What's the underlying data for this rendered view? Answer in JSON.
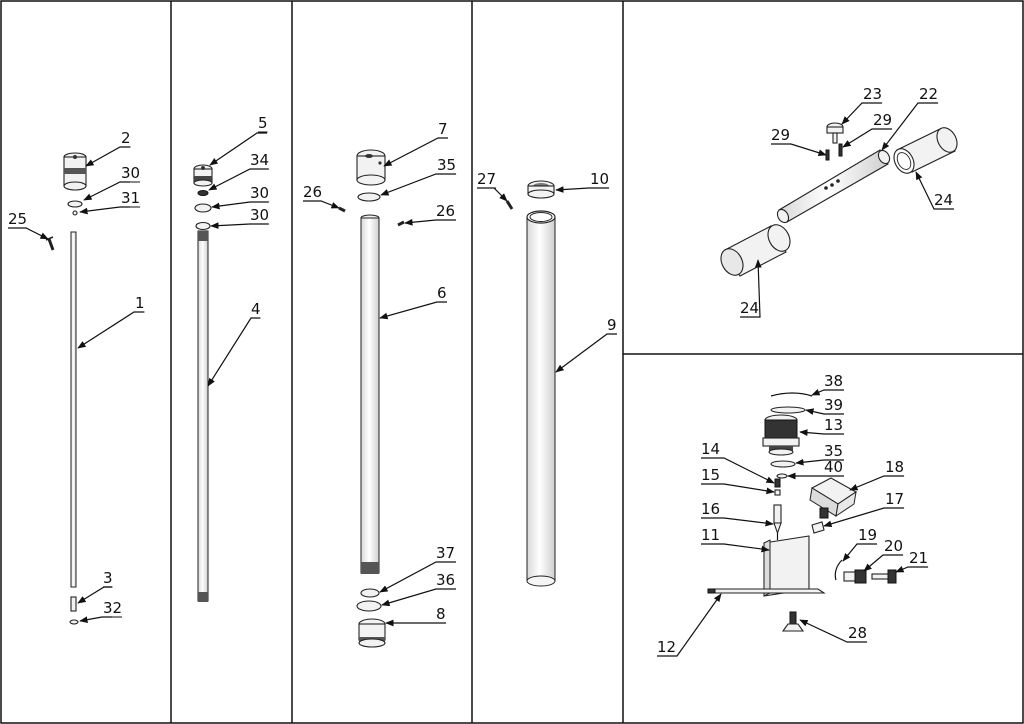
{
  "callouts": {
    "c1": "1",
    "c2": "2",
    "c3": "3",
    "c4": "4",
    "c5": "5",
    "c6": "6",
    "c7": "7",
    "c8": "8",
    "c9": "9",
    "c10": "10",
    "c11": "11",
    "c12": "12",
    "c13": "13",
    "c14": "14",
    "c15": "15",
    "c16": "16",
    "c17": "17",
    "c18": "18",
    "c19": "19",
    "c20": "20",
    "c21": "21",
    "c22": "22",
    "c23": "23",
    "c24a": "24",
    "c24b": "24",
    "c25": "25",
    "c26a": "26",
    "c26b": "26",
    "c27": "27",
    "c28": "28",
    "c29a": "29",
    "c29b": "29",
    "c30a": "30",
    "c30b": "30",
    "c30c": "30",
    "c31": "31",
    "c32": "32",
    "c34": "34",
    "c35a": "35",
    "c35b": "35",
    "c36": "36",
    "c37": "37",
    "c38": "38",
    "c39": "39",
    "c40": "40"
  }
}
